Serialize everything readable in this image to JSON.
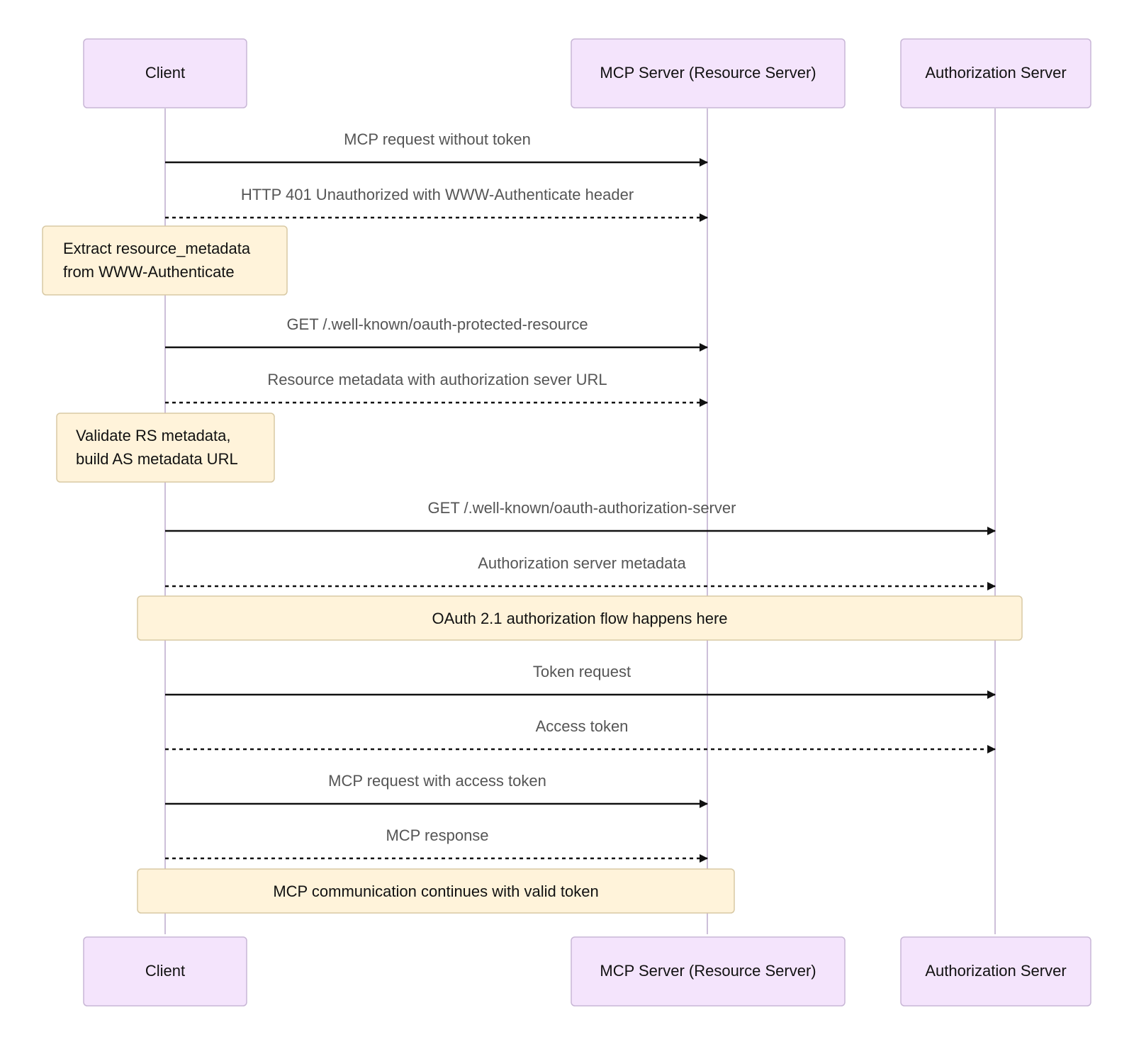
{
  "participants": [
    {
      "id": "client",
      "label": "Client"
    },
    {
      "id": "mcp",
      "label": "MCP Server (Resource Server)"
    },
    {
      "id": "auth",
      "label": "Authorization Server"
    }
  ],
  "messages": [
    {
      "from": "client",
      "to": "mcp",
      "label": "MCP request without token",
      "dashed": false
    },
    {
      "from": "client",
      "to": "mcp",
      "label": "HTTP 401 Unauthorized with WWW-Authenticate header",
      "dashed": true
    },
    {
      "from": "client",
      "to": "mcp",
      "label": "GET /.well-known/oauth-protected-resource",
      "dashed": false
    },
    {
      "from": "client",
      "to": "mcp",
      "label": "Resource metadata with authorization sever URL",
      "dashed": true
    },
    {
      "from": "client",
      "to": "auth",
      "label": "GET /.well-known/oauth-authorization-server",
      "dashed": false
    },
    {
      "from": "client",
      "to": "auth",
      "label": "Authorization server metadata",
      "dashed": true
    },
    {
      "from": "client",
      "to": "auth",
      "label": "Token request",
      "dashed": false
    },
    {
      "from": "client",
      "to": "auth",
      "label": "Access token",
      "dashed": true
    },
    {
      "from": "client",
      "to": "mcp",
      "label": "MCP request with access token",
      "dashed": false
    },
    {
      "from": "client",
      "to": "mcp",
      "label": "MCP response",
      "dashed": true
    }
  ],
  "notes": [
    {
      "lines": [
        "Extract resource_metadata",
        "from WWW-Authenticate"
      ]
    },
    {
      "lines": [
        "Validate RS metadata,",
        "build AS metadata URL"
      ]
    },
    {
      "lines": [
        "OAuth 2.1 authorization flow happens here"
      ]
    },
    {
      "lines": [
        "MCP communication continues with valid token"
      ]
    }
  ],
  "colors": {
    "actor_fill": "#f4e4fc",
    "actor_stroke": "#c8b6d6",
    "lifeline": "#cdbfd9",
    "note_fill": "#fff3da",
    "note_stroke": "#d8c9a4",
    "arrow": "#111111",
    "message_text": "#555555"
  }
}
